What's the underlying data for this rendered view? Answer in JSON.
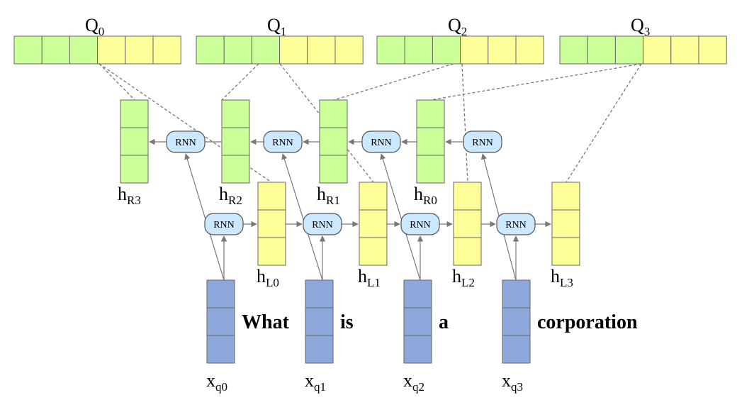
{
  "queries": [
    {
      "base": "Q",
      "sub": "0"
    },
    {
      "base": "Q",
      "sub": "1"
    },
    {
      "base": "Q",
      "sub": "2"
    },
    {
      "base": "Q",
      "sub": "3"
    }
  ],
  "right_states": [
    {
      "base": "h",
      "sub": "R3"
    },
    {
      "base": "h",
      "sub": "R2"
    },
    {
      "base": "h",
      "sub": "R1"
    },
    {
      "base": "h",
      "sub": "R0"
    }
  ],
  "left_states": [
    {
      "base": "h",
      "sub": "L0"
    },
    {
      "base": "h",
      "sub": "L1"
    },
    {
      "base": "h",
      "sub": "L2"
    },
    {
      "base": "h",
      "sub": "L3"
    }
  ],
  "inputs": [
    {
      "base": "x",
      "sub": "q0",
      "word": "What"
    },
    {
      "base": "x",
      "sub": "q1",
      "word": "is"
    },
    {
      "base": "x",
      "sub": "q2",
      "word": "a"
    },
    {
      "base": "x",
      "sub": "q3",
      "word": "corporation"
    }
  ],
  "rnn_label": "RNN",
  "colors": {
    "query_green": "#ccff99",
    "query_yellow": "#ffff99",
    "input_blue": "#8fa8dc",
    "rnn_fill": "#cce8ff"
  }
}
